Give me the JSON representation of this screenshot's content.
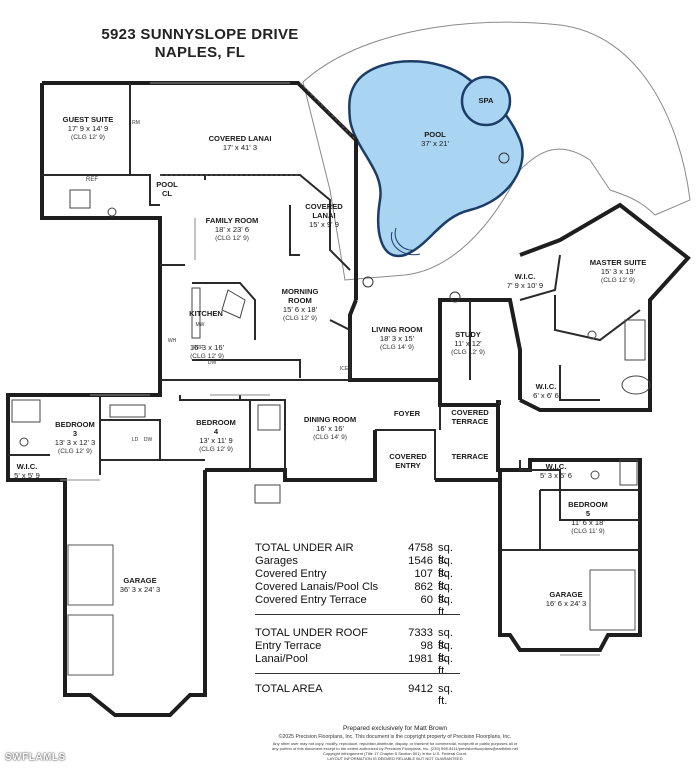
{
  "header": {
    "address": "5923 SUNNYSLOPE DRIVE",
    "city": "NAPLES, FL"
  },
  "rooms": {
    "guest_suite": {
      "name": "GUEST SUITE",
      "dims": "17' 9 x 14' 9",
      "clg": "(CLG 12' 9)"
    },
    "covered_lanai_main": {
      "name": "COVERED LANAI",
      "dims": "17' x 41' 3"
    },
    "covered_lanai_side": {
      "name": "COVERED",
      "name2": "LANAI",
      "dims": "15' x 9' 9"
    },
    "pool": {
      "name": "POOL",
      "dims": "37' x 21'"
    },
    "spa": {
      "name": "SPA"
    },
    "family_room": {
      "name": "FAMILY ROOM",
      "dims": "18' x 23' 6",
      "clg": "(CLG 12' 9)"
    },
    "morning_room": {
      "name": "MORNING",
      "name2": "ROOM",
      "dims": "15' 6 x 18'",
      "clg": "(CLG 12' 9)"
    },
    "kitchen": {
      "name": "KITCHEN",
      "dims": "16' 3 x 16'",
      "clg": "(CLG 12' 9)"
    },
    "living_room": {
      "name": "LIVING ROOM",
      "dims": "18' 3 x 15'",
      "clg": "(CLG 14' 9)"
    },
    "study": {
      "name": "STUDY",
      "dims": "11' x 12'",
      "clg": "(CLG 12' 9)"
    },
    "master_suite": {
      "name": "MASTER SUITE",
      "dims": "15' 3 x 19'",
      "clg": "(CLG 12' 9)"
    },
    "wic_master_1": {
      "name": "W.I.C.",
      "dims": "7' 9 x 10' 9"
    },
    "wic_master_2": {
      "name": "W.I.C.",
      "dims": "6' x 6' 6"
    },
    "bedroom3": {
      "name": "BEDROOM",
      "name2": "3",
      "dims": "13' 3 x 12' 3",
      "clg": "(CLG 12' 9)"
    },
    "wic_bed3": {
      "name": "W.I.C.",
      "dims": "5' x 5' 9"
    },
    "bedroom4": {
      "name": "BEDROOM",
      "name2": "4",
      "dims": "13' x 11' 9",
      "clg": "(CLG 12' 9)"
    },
    "dining_room": {
      "name": "DINING ROOM",
      "dims": "16' x 16'",
      "clg": "(CLG 14' 9)"
    },
    "foyer": {
      "name": "FOYER"
    },
    "covered_terrace": {
      "name": "COVERED",
      "name2": "TERRACE"
    },
    "terrace": {
      "name": "TERRACE"
    },
    "covered_entry": {
      "name": "COVERED",
      "name2": "ENTRY"
    },
    "wic_bed5": {
      "name": "W.I.C.",
      "dims": "5' 3 x 5' 6"
    },
    "bedroom5": {
      "name": "BEDROOM",
      "name2": "5",
      "dims": "11' 6 x 18'",
      "clg": "(CLG 11' 9)"
    },
    "garage_main": {
      "name": "GARAGE",
      "dims": "36' 3 x 24' 3"
    },
    "garage_side": {
      "name": "GARAGE",
      "dims": "16' 6 x 24' 3"
    },
    "pool_cl": {
      "name": "POOL",
      "name2": "CL"
    }
  },
  "fixture_labels": {
    "ref": "REF",
    "ref2": "REF",
    "dw": "DW",
    "mw": "MW",
    "wh": "WH",
    "ice": "ICE",
    "rm": "RM",
    "dw2": "DW",
    "ld": "LD"
  },
  "area_table": {
    "unit": "sq. ft.",
    "rows": [
      {
        "label": "TOTAL UNDER AIR",
        "value": "4758"
      },
      {
        "label": "Garages",
        "value": "1546"
      },
      {
        "label": "Covered Entry",
        "value": "107"
      },
      {
        "label": "Covered Lanais/Pool Cls",
        "value": "862"
      },
      {
        "label": "Covered Entry Terrace",
        "value": "60"
      },
      {
        "label": "TOTAL UNDER ROOF",
        "value": "7333"
      },
      {
        "label": "Entry Terrace",
        "value": "98"
      },
      {
        "label": "Lanai/Pool",
        "value": "1981"
      },
      {
        "label": "TOTAL AREA",
        "value": "9412"
      }
    ]
  },
  "footer": {
    "prepared": "Prepared exclusively for Matt Brown",
    "copyright": "©2025 Precision Floorplans, Inc.  This document is the copyright property of Precision Floorplans, Inc.",
    "line2": "Any other user may not copy, modify, reproduce, republish,distribute, display, or transmit for commercial, nonprofit or public purposes all or",
    "line3": "any portion of this document except to the extent authorized by Precision Floorplans, Inc. (239) 598-9411/precisionfloorplans@earthlink.net",
    "line4": "Copyright infringement (Title 17 Chapter 5 Section 501) in the U.S. Federal Court.",
    "line5": "LAYOUT INFORMATION IS DEEMED RELIABLE BUT NOT GUARANTEED"
  },
  "watermark": "SWFLAMLS",
  "colors": {
    "wall": "#1e1e1e",
    "pool_water": "#a9d4f2",
    "pool_edge": "#1c3d66",
    "deck_line": "#8a8a8a"
  }
}
